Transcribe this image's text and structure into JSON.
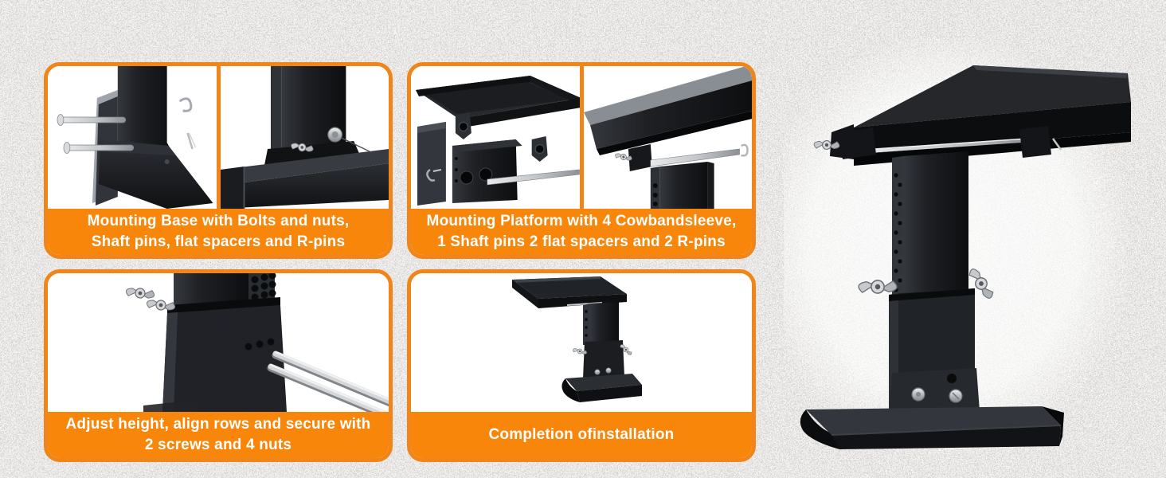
{
  "page": {
    "background_color": "#f6f5f3",
    "speckle_color": "#9d9c99"
  },
  "theme": {
    "accent_orange": "#F8860B",
    "panel_border_orange": "#F0861A",
    "panel_background": "#FFFFFF",
    "caption_text_color": "#FFFFFF",
    "hardware_black": "#17181B",
    "metal_silver": "#C8CACD"
  },
  "panels": [
    {
      "name": "mounting-base",
      "split": true,
      "illustrations": [
        "base-post-with-shaft-pins-and-r-pin",
        "base-channel-bolt-closeup"
      ],
      "caption_lines": [
        "Mounting Base with Bolts and nuts,",
        "Shaft pins, flat spacers and R-pins"
      ]
    },
    {
      "name": "mounting-platform",
      "split": true,
      "illustrations": [
        "platform-tray-bracket-with-shaft-pin",
        "platform-edge-pin-closeup"
      ],
      "caption_lines": [
        "Mounting Platform with 4 Cowbandsleeve,",
        "1 Shaft pins 2 flat spacers and 2 R-pins"
      ]
    },
    {
      "name": "adjust-height",
      "split": false,
      "illustrations": [
        "telescoping-column-wing-nuts-and-screws"
      ],
      "caption_lines": [
        "Adjust height, align rows and secure with",
        "2 screws and 4 nuts"
      ]
    },
    {
      "name": "completion",
      "split": false,
      "illustrations": [
        "assembled-stand-small"
      ],
      "caption_lines": [
        "Completion ofinstallation"
      ]
    }
  ],
  "hero": {
    "name": "assembled-stand-large"
  }
}
